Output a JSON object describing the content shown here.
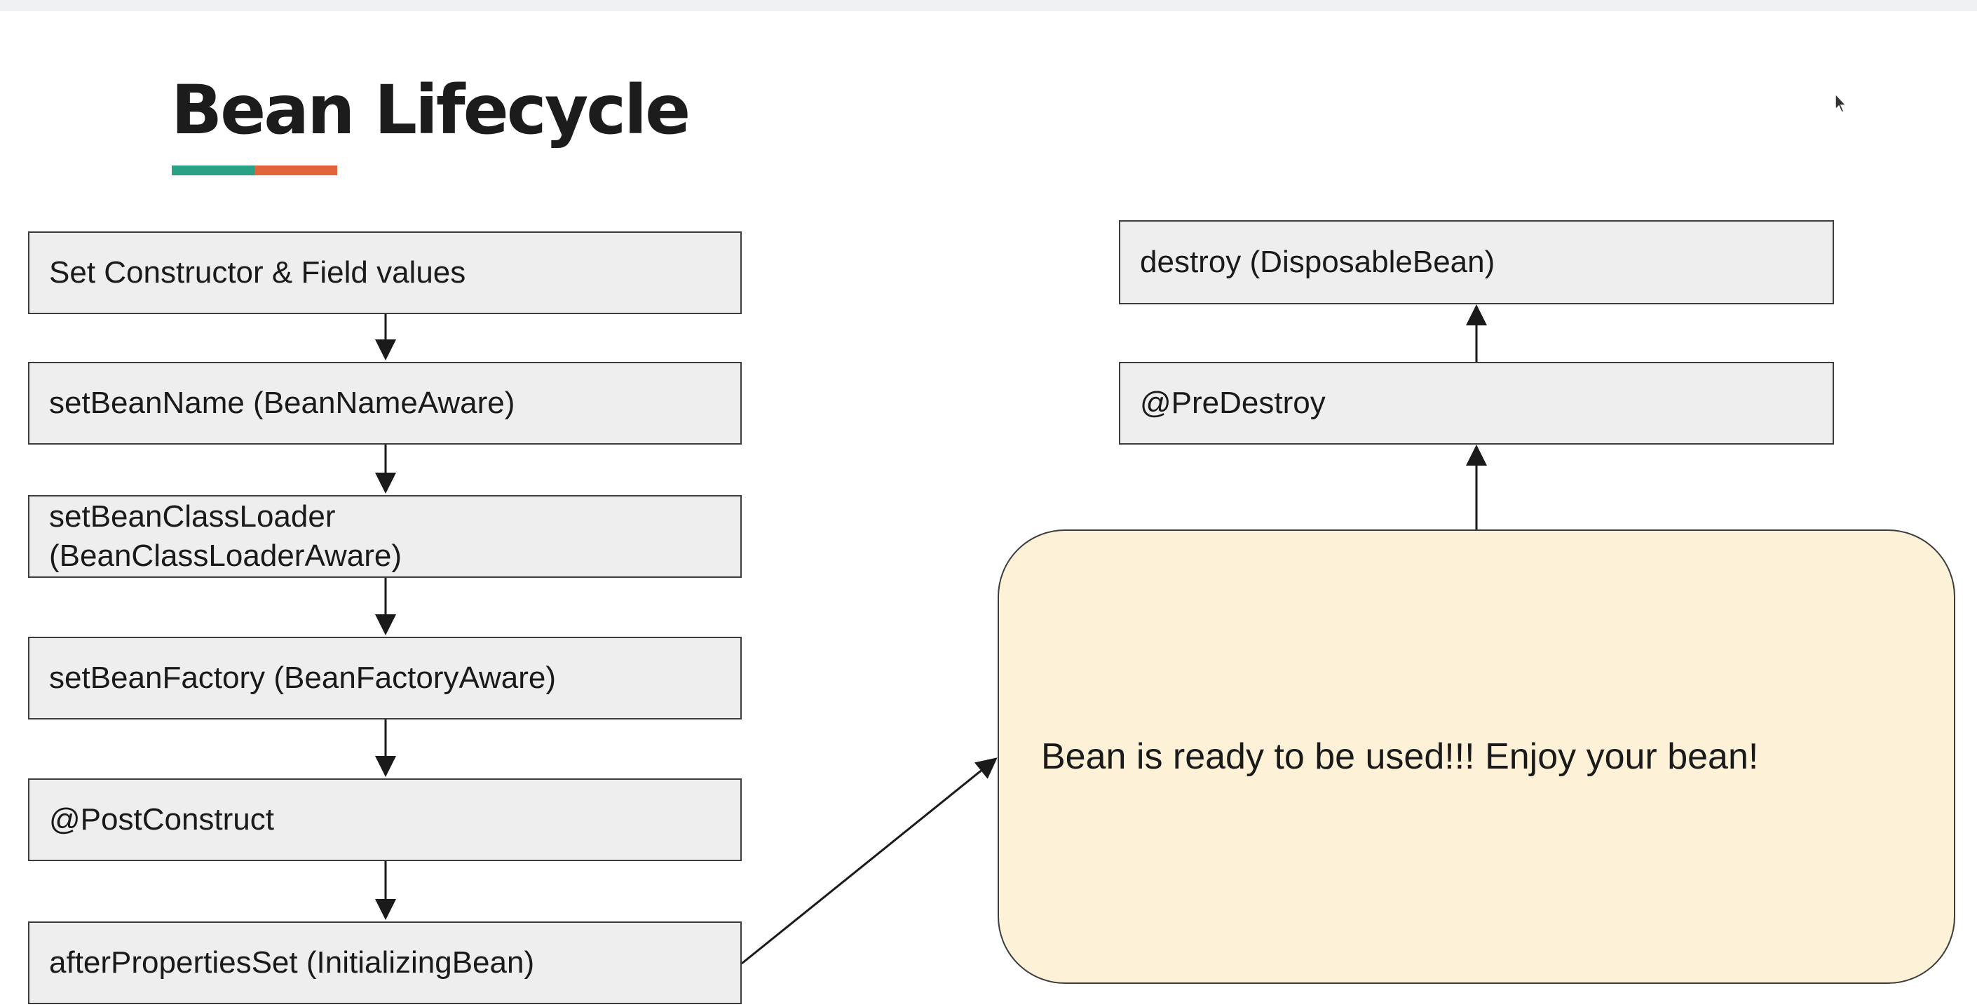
{
  "title": "Bean Lifecycle",
  "colors": {
    "underline_left": "#2aa084",
    "underline_right": "#e0633c",
    "step_fill": "#eeeeef",
    "ready_fill": "#fdf2d8",
    "stroke": "#3c3c3c"
  },
  "init_steps": [
    {
      "label": "Set Constructor & Field values"
    },
    {
      "label": "setBeanName (BeanNameAware)"
    },
    {
      "label": "setBeanClassLoader (BeanClassLoaderAware)"
    },
    {
      "label": "setBeanFactory (BeanFactoryAware)"
    },
    {
      "label": "@PostConstruct"
    },
    {
      "label": "afterPropertiesSet (InitializingBean)"
    }
  ],
  "destroy_steps": [
    {
      "label": "destroy (DisposableBean)"
    },
    {
      "label": "@PreDestroy"
    }
  ],
  "ready_message": "Bean is ready to be used!!! Enjoy your bean!"
}
